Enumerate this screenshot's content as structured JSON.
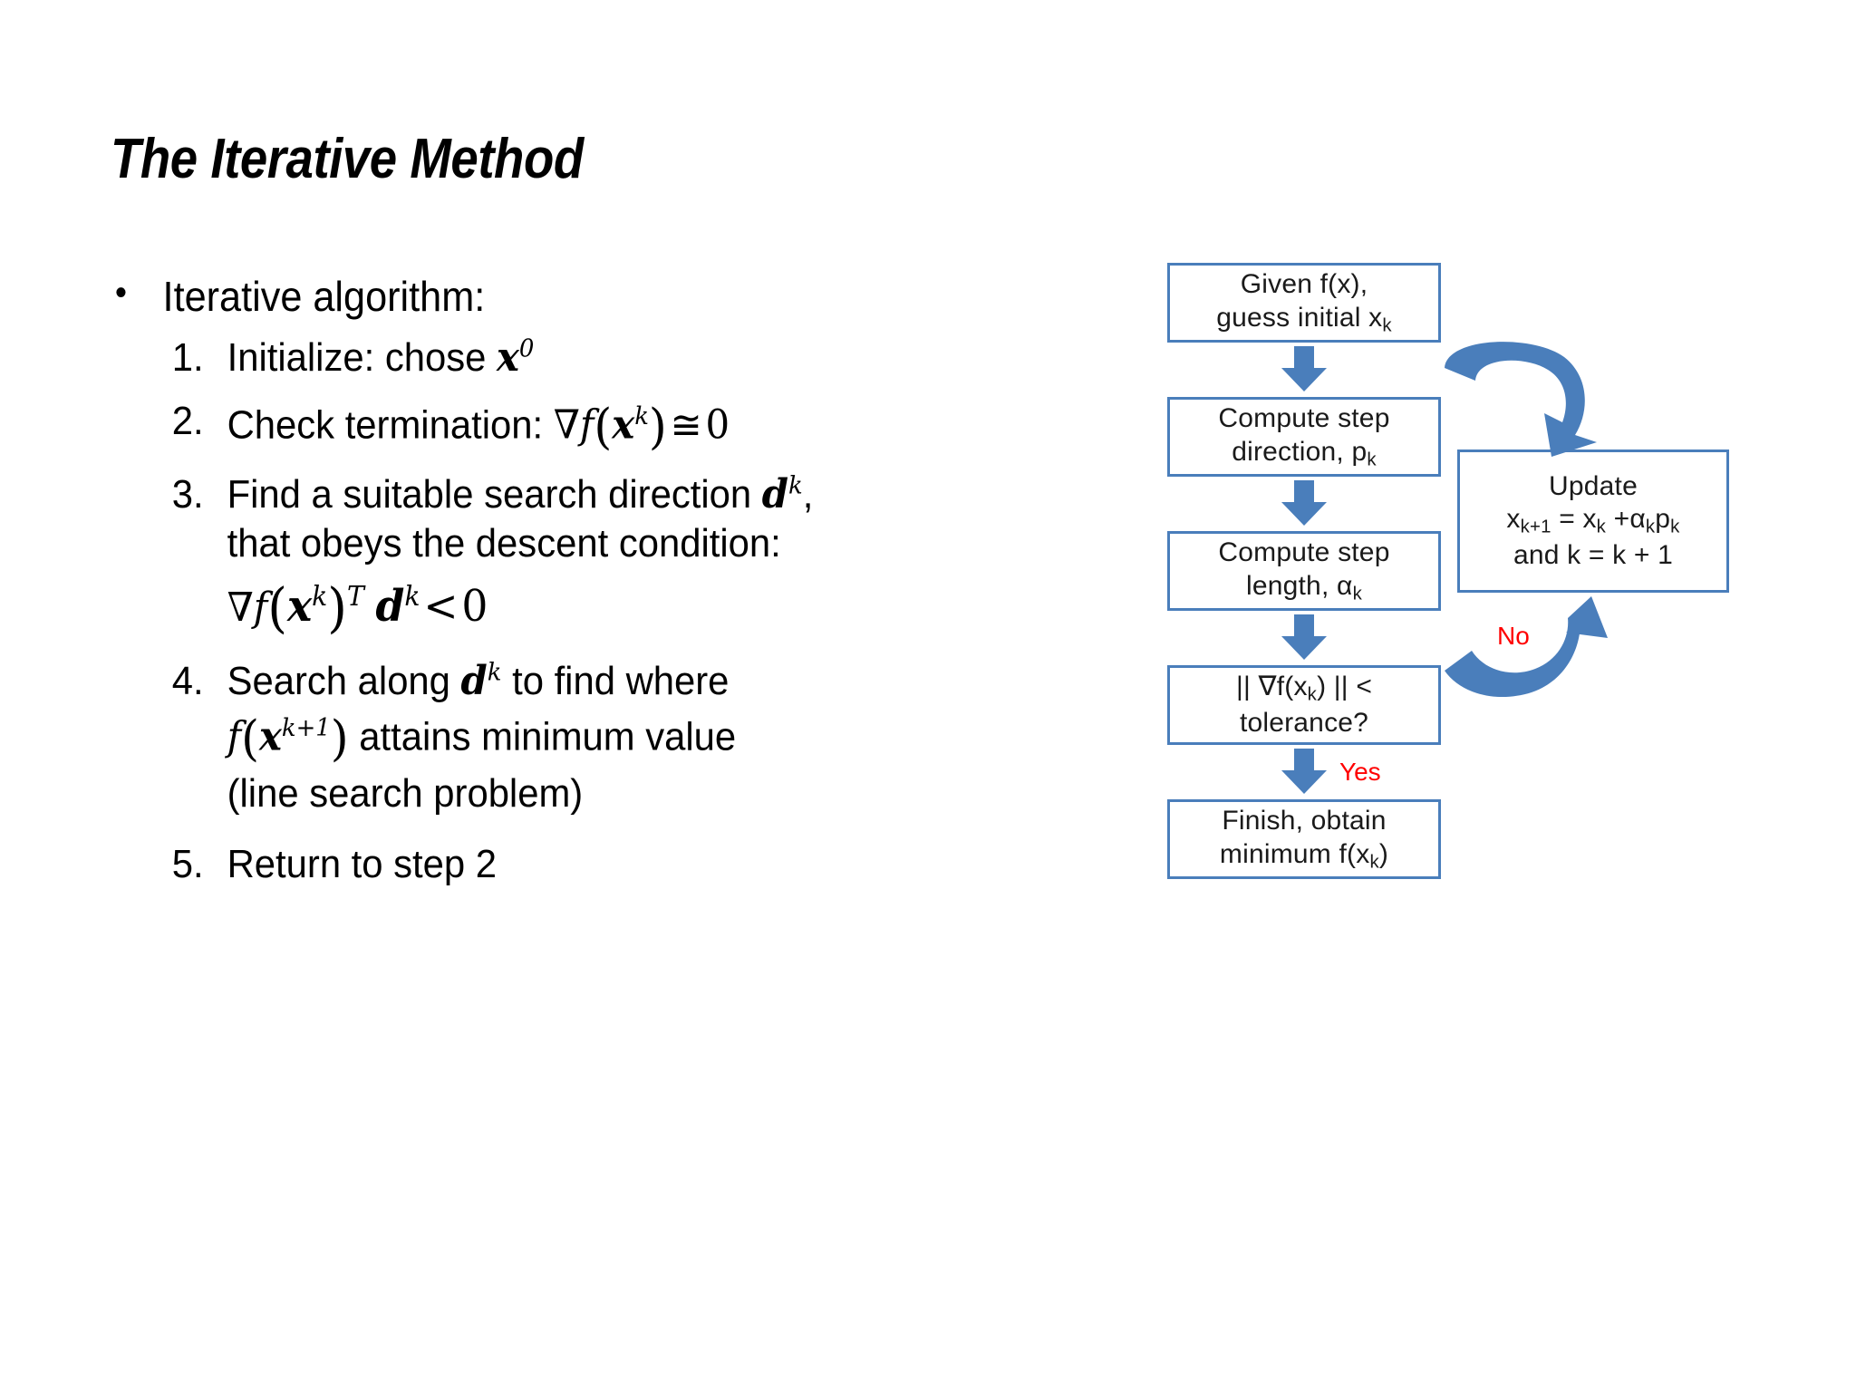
{
  "slide": {
    "title": "The Iterative Method",
    "bullet_glyph": "•",
    "bullet_text": "Iterative algorithm:",
    "steps": [
      {
        "num": "1.",
        "text_before": "Initialize: chose ",
        "math": "x^0",
        "text_after": ""
      },
      {
        "num": "2.",
        "text_before": "Check termination: ",
        "math": "∇f(x^k) ≅ 0",
        "text_after": ""
      },
      {
        "num": "3.",
        "text_before": "Find a suitable search direction ",
        "math": "d^k",
        "text_after": ",",
        "line2": "that obeys the descent condition:",
        "equation": "∇f(x^k)^T d^k < 0"
      },
      {
        "num": "4.",
        "text_before": "Search along ",
        "math": "d^k",
        "text_after": " to find where",
        "line2_math": "f(x^{k+1})",
        "line2_text": " attains minimum value",
        "line3": "(line search problem)"
      },
      {
        "num": "5.",
        "text_before": "Return to step 2",
        "math": "",
        "text_after": ""
      }
    ]
  },
  "flowchart": {
    "box_border_color": "#4a7ebb",
    "arrow_color": "#4a7ebb",
    "label_color": "#ff0000",
    "boxes": [
      {
        "id": "given",
        "line1": "Given f(x),",
        "line2": "guess initial  x",
        "line2_sub": "k"
      },
      {
        "id": "direction",
        "line1": "Compute step",
        "line2": "direction,  p",
        "line2_sub": "k"
      },
      {
        "id": "length",
        "line1": "Compute step",
        "line2": "length, α",
        "line2_sub": "k"
      },
      {
        "id": "tolerance",
        "line1": "|| ∇f(x",
        "line1_sub": "k",
        "line1_end": ") || <",
        "line2": "tolerance?"
      },
      {
        "id": "finish",
        "line1": "Finish, obtain",
        "line2": "minimum f(x",
        "line2_sub": "k",
        "line2_end": ")"
      },
      {
        "id": "update",
        "line1": "Update",
        "line2_a": "x",
        "line2_sub_a": "k+1",
        "line2_b": " = x",
        "line2_sub_b": "k",
        "line2_c": " +α",
        "line2_sub_c": "k",
        "line2_d": "p",
        "line2_sub_d": "k",
        "line3": "and k = k + 1"
      }
    ],
    "labels": {
      "no": "No",
      "yes": "Yes"
    }
  }
}
